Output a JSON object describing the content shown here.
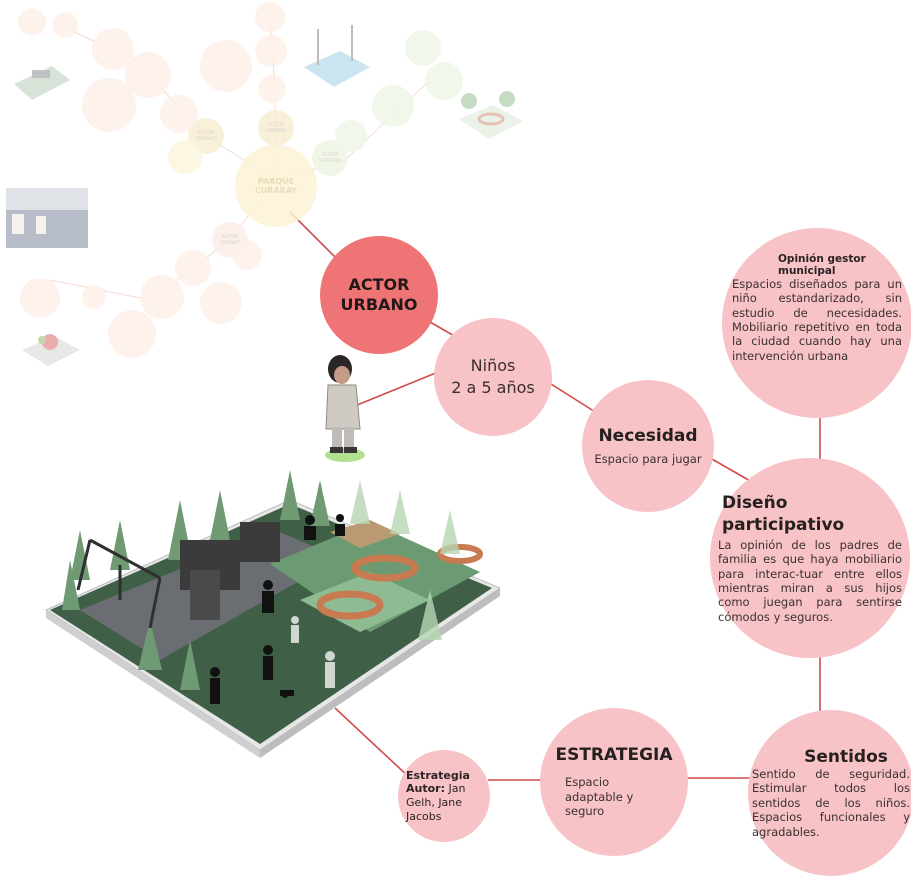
{
  "background_network": {
    "center_label": "PARQUE\nCURARAY",
    "ghost_actor_labels": [
      "ACTOR URBANO",
      "ACTOR URBANO",
      "ACTOR URBANO",
      "ACTOR URBANO"
    ]
  },
  "actor": {
    "label": "ACTOR\nURBANO"
  },
  "ninos": {
    "label": "Niños\n2 a 5 años"
  },
  "necesidad": {
    "title": "Necesidad",
    "text": "Espacio para jugar"
  },
  "opinion": {
    "title": "Opinión gestor municipal",
    "text": "Espacios diseñados para un niño estandarizado, sin estudio de necesidades. Mobiliario repetitivo en toda la ciudad cuando hay una intervención urbana"
  },
  "diseno": {
    "title": "Diseño participativo",
    "text": "La opinión de los padres de familia es que haya mobiliario para interac-tuar entre ellos mientras miran a sus hijos como juegan para sentirse cómodos y seguros."
  },
  "sentidos": {
    "title": "Sentidos",
    "text": "Sentido de seguridad. Estimular todos los sentidos de los niños. Espacios funcionales y agradables."
  },
  "estrategia": {
    "title": "ESTRATEGIA",
    "text": "Espacio adaptable y seguro"
  },
  "autor": {
    "label1": "Estrategia",
    "label2": "Autor:",
    "names": "Jan Gelh, Jane Jacobs"
  },
  "colors": {
    "pink": "#f7c3c7",
    "red": "#ee7476",
    "line": "#d24a4a",
    "ground": "#3e5c44",
    "paving": "#6a6d72"
  }
}
